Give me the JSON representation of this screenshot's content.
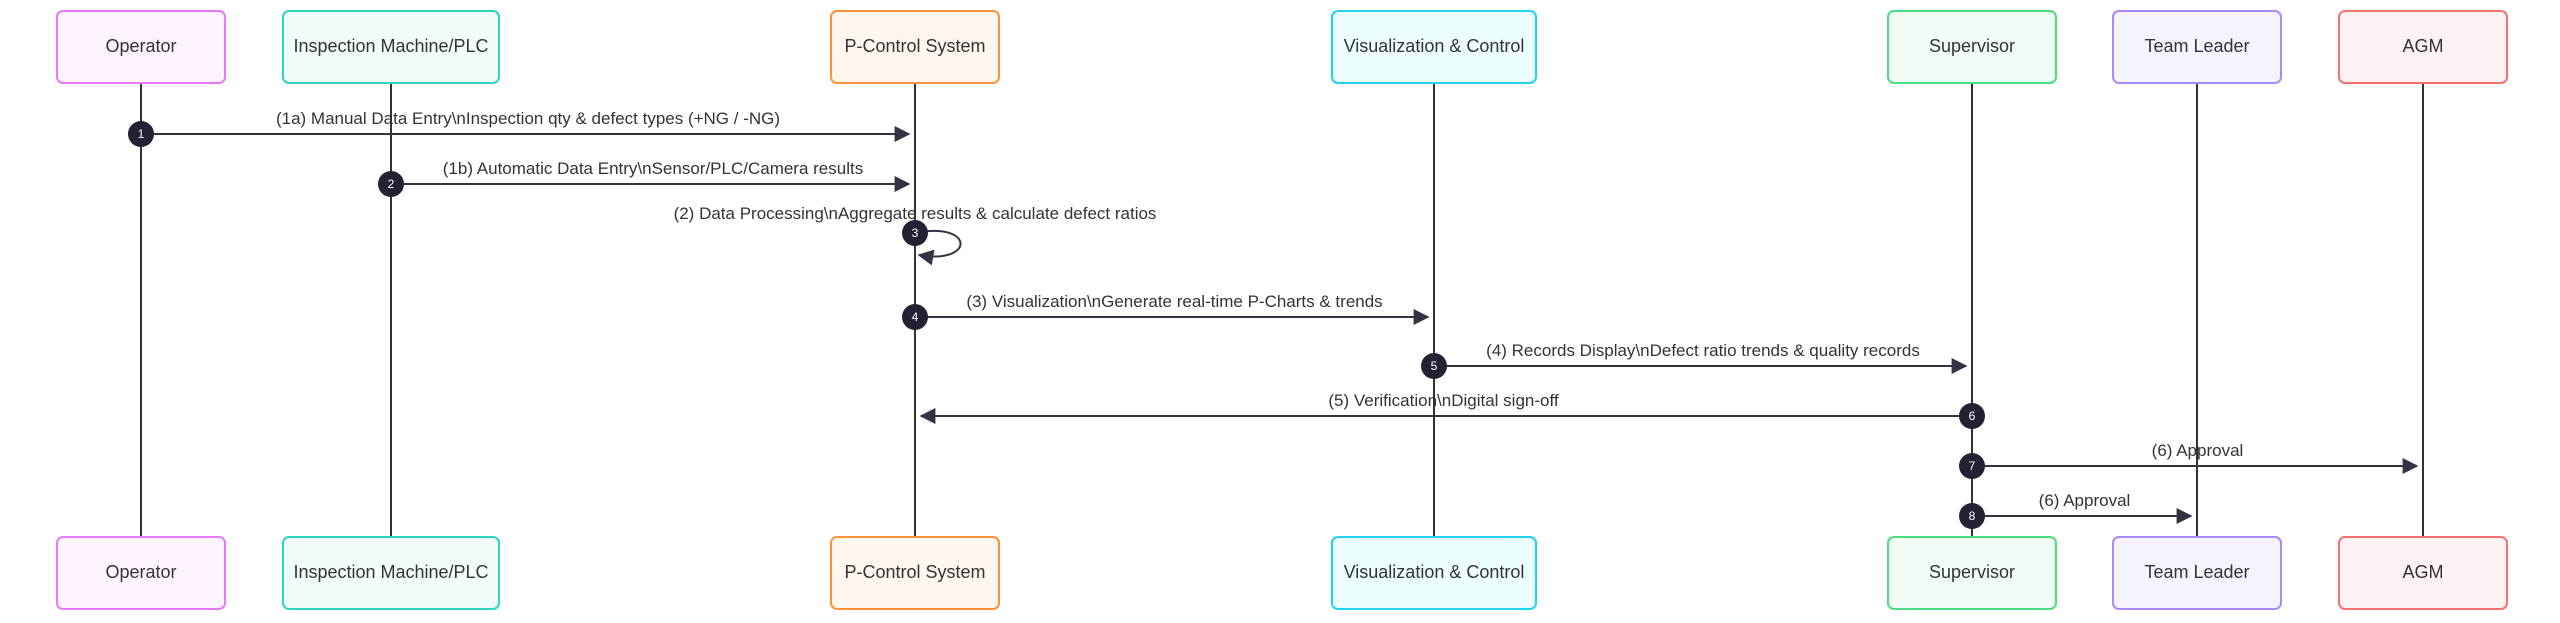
{
  "actors": [
    {
      "id": "operator",
      "label": "Operator",
      "border": "#e879f9",
      "fill": "#fdf4ff"
    },
    {
      "id": "inspection",
      "label": "Inspection Machine/PLC",
      "border": "#2dd4bf",
      "fill": "#f0fdfa"
    },
    {
      "id": "pcontrol",
      "label": "P-Control System",
      "border": "#fb923c",
      "fill": "#fff7ed"
    },
    {
      "id": "visualization",
      "label": "Visualization & Control",
      "border": "#22d3ee",
      "fill": "#ecfeff"
    },
    {
      "id": "supervisor",
      "label": "Supervisor",
      "border": "#4ade80",
      "fill": "#f0fdf4"
    },
    {
      "id": "teamleader",
      "label": "Team Leader",
      "border": "#a78bfa",
      "fill": "#f5f3ff"
    },
    {
      "id": "agm",
      "label": "AGM",
      "border": "#f87171",
      "fill": "#fef2f2"
    }
  ],
  "messages": [
    {
      "num": "1",
      "from": "operator",
      "to": "pcontrol",
      "label": "(1a) Manual Data Entry\\nInspection qty & defect types (+NG / -NG)"
    },
    {
      "num": "2",
      "from": "inspection",
      "to": "pcontrol",
      "label": "(1b) Automatic Data Entry\\nSensor/PLC/Camera results"
    },
    {
      "num": "3",
      "from": "pcontrol",
      "to": "pcontrol",
      "label": "(2) Data Processing\\nAggregate results & calculate defect ratios"
    },
    {
      "num": "4",
      "from": "pcontrol",
      "to": "visualization",
      "label": "(3) Visualization\\nGenerate real-time P-Charts & trends"
    },
    {
      "num": "5",
      "from": "visualization",
      "to": "supervisor",
      "label": "(4) Records Display\\nDefect ratio trends & quality records"
    },
    {
      "num": "6",
      "from": "supervisor",
      "to": "pcontrol",
      "label": "(5) Verification\\nDigital sign-off"
    },
    {
      "num": "7",
      "from": "supervisor",
      "to": "agm",
      "label": "(6) Approval"
    },
    {
      "num": "8",
      "from": "supervisor",
      "to": "teamleader",
      "label": "(6) Approval"
    }
  ]
}
